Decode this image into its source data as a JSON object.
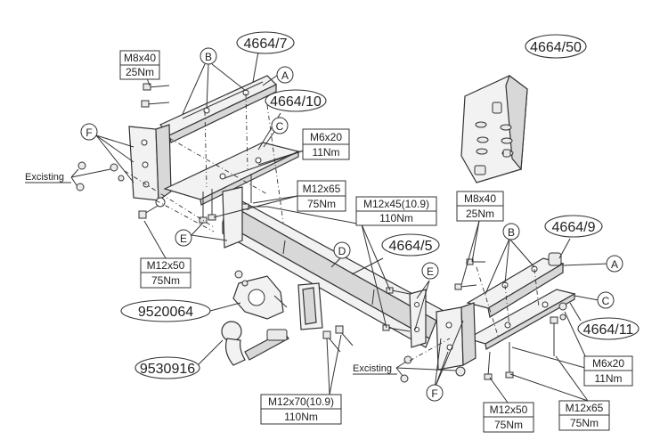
{
  "part_numbers": {
    "p4664_7": "4664/7",
    "p4664_10": "4664/10",
    "p4664_50": "4664/50",
    "p4664_5": "4664/5",
    "p4664_9": "4664/9",
    "p4664_11": "4664/11",
    "p9520064": "9520064",
    "p9530916": "9530916"
  },
  "letters": {
    "A": "A",
    "B": "B",
    "C": "C",
    "D": "D",
    "E": "E",
    "F": "F"
  },
  "specs": {
    "m8x40": "M8x40",
    "nm25": "25Nm",
    "m6x20": "M6x20",
    "nm11": "11Nm",
    "m12x65": "M12x65",
    "nm75": "75Nm",
    "m12x45": "M12x45(10.9)",
    "nm110": "110Nm",
    "m12x50": "M12x50",
    "m12x70": "M12x70(10.9)"
  },
  "notes": {
    "existing": "Excisting"
  }
}
